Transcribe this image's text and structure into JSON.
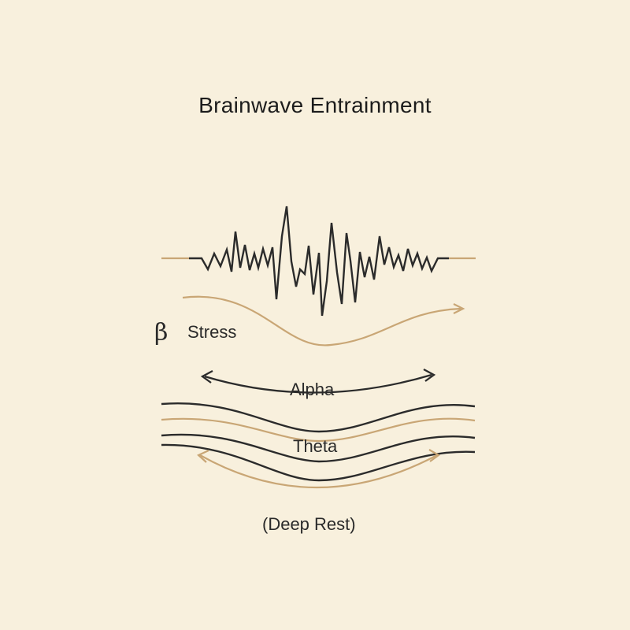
{
  "title": "Brainwave Entrainment",
  "labels": {
    "beta_symbol": "β",
    "stress": "Stress",
    "alpha": "Alpha",
    "theta": "Theta",
    "deep_rest": "(Deep Rest)"
  },
  "colors": {
    "background": "#f8f0dd",
    "dark_wave": "#2b2b2b",
    "gold_wave": "#c9a675"
  }
}
